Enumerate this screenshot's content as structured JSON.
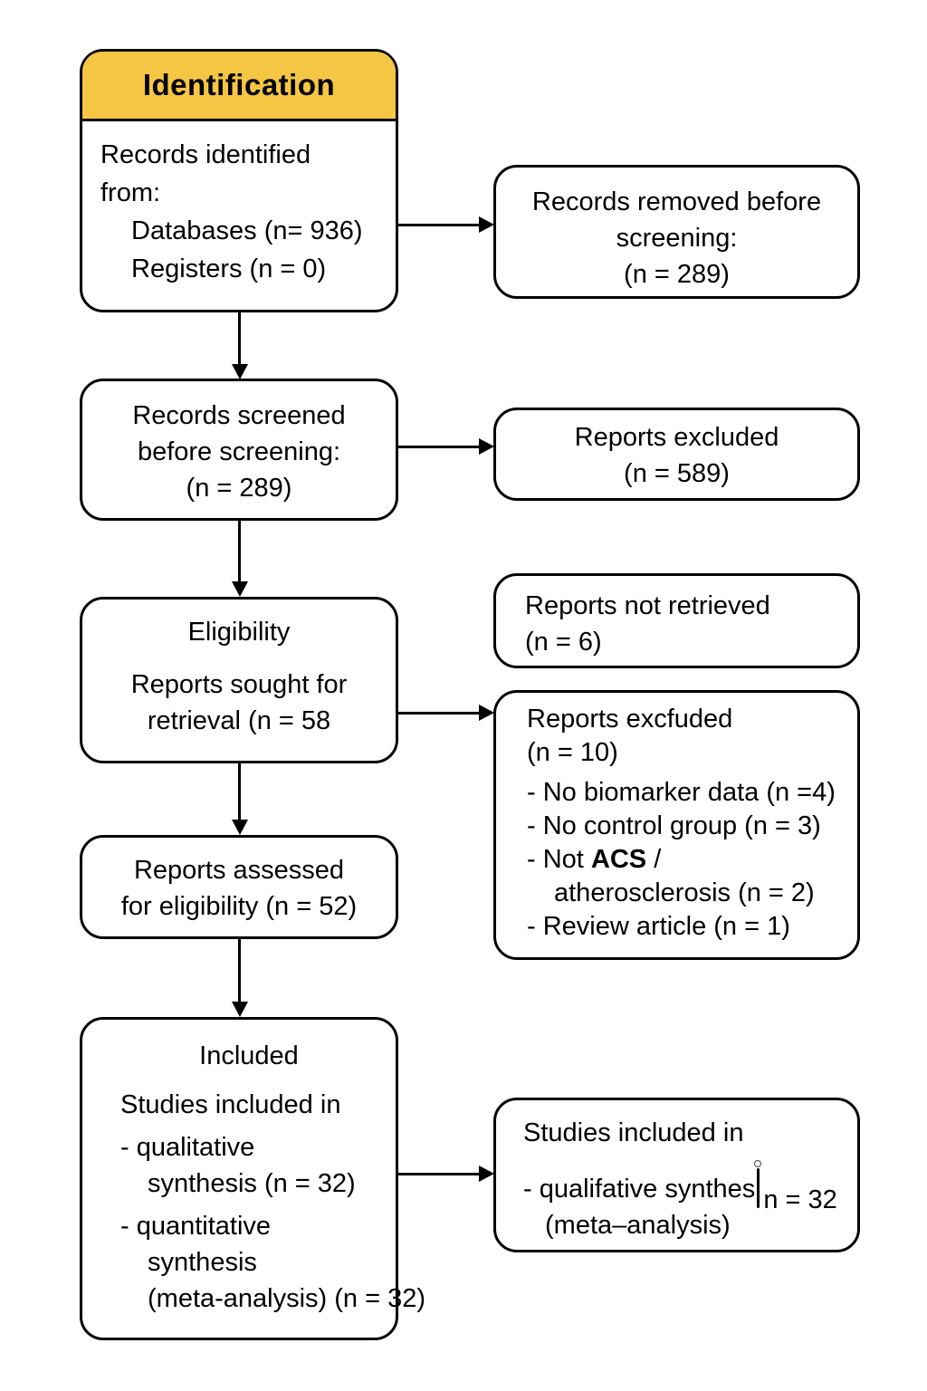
{
  "diagram": {
    "title": "PRISMA-style study selection flow diagram",
    "accent_yellow": "#F5C644",
    "border_color": "#000000",
    "background": "#FFFFFF"
  },
  "boxes": [
    {
      "name": "identification",
      "header": "Identification",
      "lines": [
        {
          "t": "Records identified"
        },
        {
          "t": "from:"
        },
        {
          "t": "Databases (n= 936)",
          "cls": "indent"
        },
        {
          "t": "Registers (n = 0)",
          "cls": "indent"
        }
      ]
    },
    {
      "name": "records-removed-before-screening",
      "lines": [
        {
          "t": "Records removed before",
          "cls": "center"
        },
        {
          "t": "screening:",
          "cls": "center"
        },
        {
          "t": "(n = 289)",
          "cls": "center"
        }
      ]
    },
    {
      "name": "records-screened",
      "lines": [
        {
          "t": "Records screened",
          "cls": "center"
        },
        {
          "t": "before screening:",
          "cls": "center"
        },
        {
          "t": "(n = 289)",
          "cls": "center"
        }
      ]
    },
    {
      "name": "reports-excluded-589",
      "lines": [
        {
          "t": "Reports excluded",
          "cls": "center"
        },
        {
          "t": "(n = 589)",
          "cls": "center"
        }
      ]
    },
    {
      "name": "eligibility-reports-sought",
      "lines": [
        {
          "t": "Eligibility",
          "cls": "center title-gap"
        },
        {
          "t": "Reports sought for",
          "cls": "center"
        },
        {
          "t": "retrieval (n = 58",
          "cls": "center"
        }
      ]
    },
    {
      "name": "reports-not-retrieved",
      "lines": [
        {
          "t": "Reports not retrieved"
        },
        {
          "t": "(n = 6)"
        }
      ]
    },
    {
      "name": "reports-excluded-10",
      "lines": [
        {
          "t": "Reports excfuded"
        },
        {
          "t": "(n = 10)"
        },
        {
          "t": "- No biomarker data (n =4)",
          "cls": "bullet gap"
        },
        {
          "t": "- No control group (n = 3)",
          "cls": "bullet"
        },
        {
          "seg": [
            {
              "t": "- Not "
            },
            {
              "t": "ACS",
              "b": true
            },
            {
              "t": " /"
            }
          ],
          "cls": "bullet"
        },
        {
          "t": "atherosclerosis (n = 2)",
          "cls": "cont"
        },
        {
          "t": "- Review article (n = 1)",
          "cls": "bullet"
        }
      ]
    },
    {
      "name": "reports-assessed",
      "lines": [
        {
          "t": "Reports assessed",
          "cls": "center"
        },
        {
          "t": "for eligibility (n = 52)",
          "cls": "center"
        }
      ]
    },
    {
      "name": "included-studies",
      "lines": [
        {
          "t": "Included",
          "cls": "center title-gap"
        },
        {
          "t": "Studies included in"
        },
        {
          "t": "- qualitative",
          "cls": "bullet gap"
        },
        {
          "t": "synthesis (n = 32)",
          "cls": "cont"
        },
        {
          "t": "- quantitative",
          "cls": "bullet gap"
        },
        {
          "t": "synthesis",
          "cls": "cont"
        },
        {
          "t": "(meta-analysis) (n = 32)",
          "cls": "cont"
        }
      ]
    },
    {
      "name": "studies-included-meta",
      "lines": [
        {
          "t": "Studies included in"
        },
        {
          "seg": [
            {
              "t": "- qualifative synthes"
            },
            {
              "glyph": true
            },
            {
              "t": "n = 32",
              "low": true
            }
          ],
          "cls": "gap"
        },
        {
          "t": "(meta–analysis)",
          "cls": "cont"
        }
      ]
    }
  ]
}
